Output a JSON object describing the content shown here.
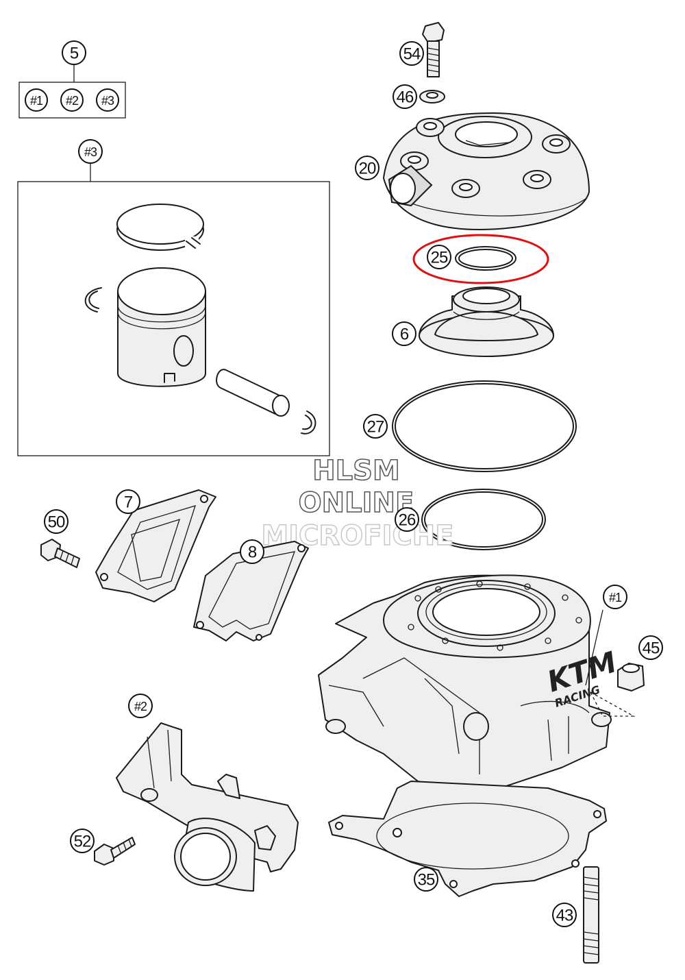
{
  "callouts": {
    "c5": "5",
    "c5_1": "#1",
    "c5_2": "#2",
    "c5_3": "#3",
    "c3_kit": "#3",
    "c54": "54",
    "c46": "46",
    "c20": "20",
    "c25": "25",
    "c6": "6",
    "c27": "27",
    "c26": "26",
    "c7": "7",
    "c50": "50",
    "c8": "8",
    "c1": "#1",
    "c45": "45",
    "c2": "#2",
    "c52": "52",
    "c35": "35",
    "c43": "43"
  },
  "watermark": {
    "line1": "HLSM",
    "line2": "ONLINE",
    "line3": "MICROFICHE"
  },
  "cylinder_logo": {
    "line1": "KTM",
    "line2": "RACING"
  },
  "colors": {
    "highlight": "#e01010",
    "line": "#1a1a1a",
    "part_fill": "#efefef"
  }
}
